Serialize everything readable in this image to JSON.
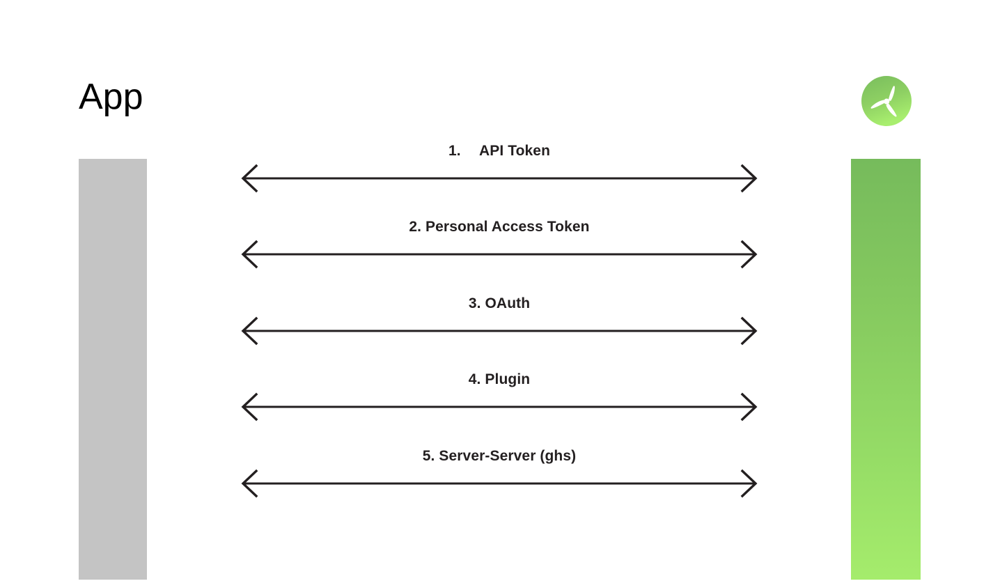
{
  "diagram": {
    "type": "sequence-diagram",
    "background": "#ffffff",
    "actors": {
      "left": {
        "title": "App",
        "lifeline_color": "#c4c4c4",
        "title_color": "#000000"
      },
      "right": {
        "icon": "turbine-logo-icon",
        "lifeline_gradient_top": "#76bb5c",
        "lifeline_gradient_bottom": "#a5ec6c",
        "logo_gradient_top": "#76bb5c",
        "logo_gradient_bottom": "#a5ec6c",
        "logo_blade_color": "#ffffff"
      }
    },
    "message_color": "#231f20",
    "messages": [
      {
        "index": "1.",
        "label": "1.  API Token"
      },
      {
        "index": "2.",
        "label": "2. Personal Access Token"
      },
      {
        "index": "3.",
        "label": "3. OAuth"
      },
      {
        "index": "4.",
        "label": "4. Plugin"
      },
      {
        "index": "5.",
        "label": "5. Server-Server (ghs)"
      }
    ]
  }
}
